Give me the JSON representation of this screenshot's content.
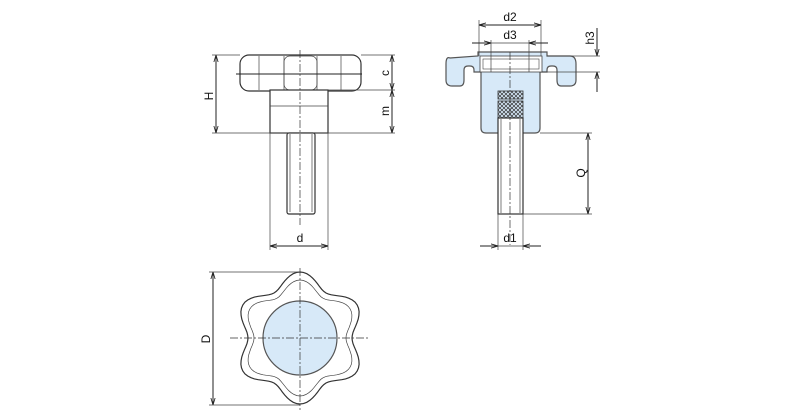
{
  "labels": {
    "H": "H",
    "c": "c",
    "m": "m",
    "d": "d",
    "d2": "d2",
    "d3": "d3",
    "h3": "h3",
    "Q": "Q",
    "d1": "d1",
    "D": "D"
  },
  "colors": {
    "fill_blue": "#d7e9f8",
    "line": "#222222"
  }
}
